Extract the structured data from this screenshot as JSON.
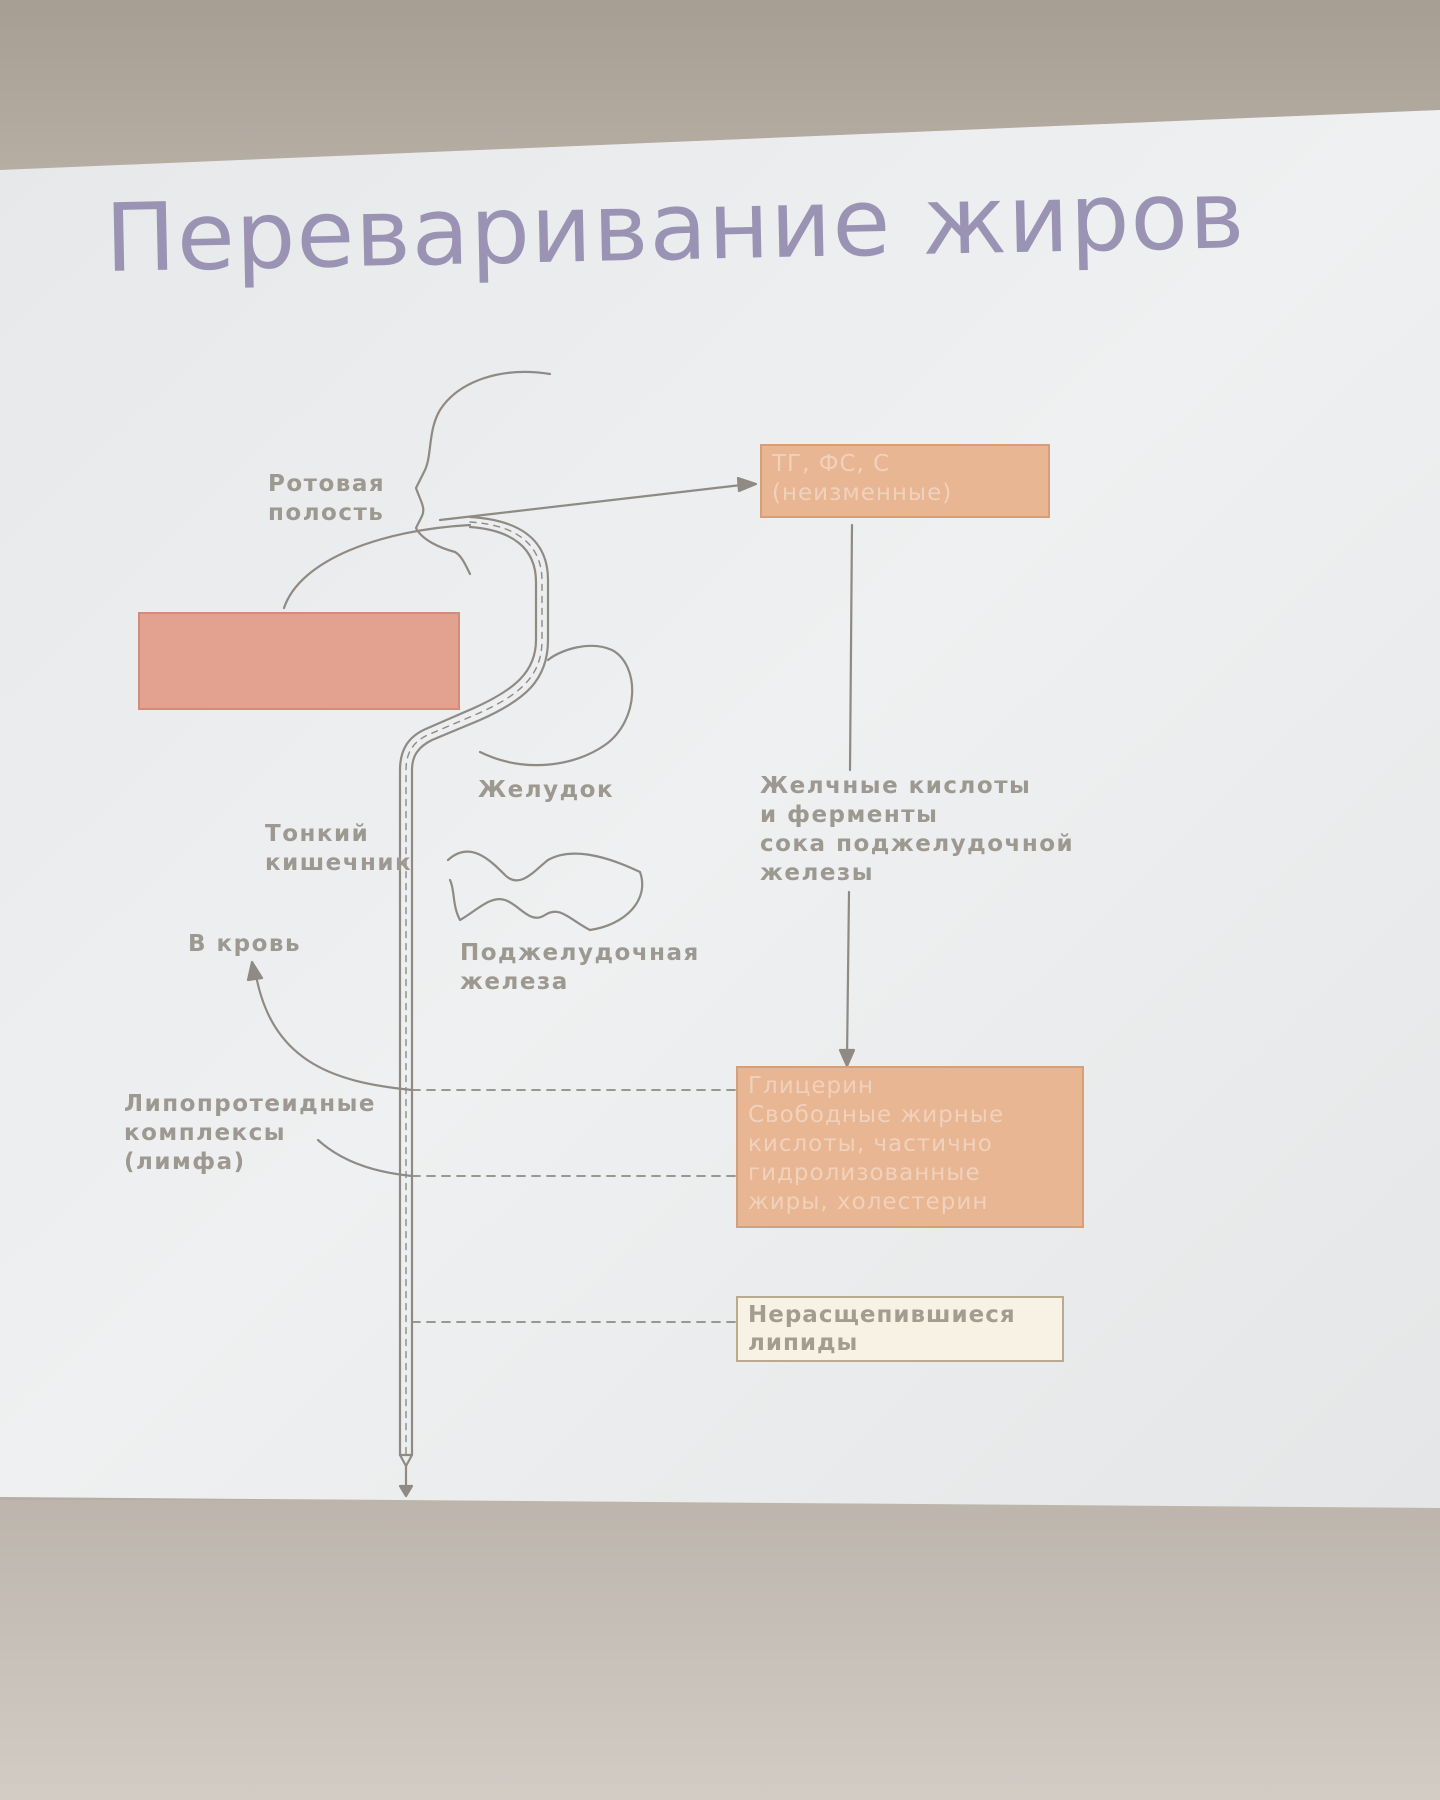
{
  "slide": {
    "title": "Переваривание жиров"
  },
  "diagram": {
    "mouth_label": [
      "Ротовая",
      "полость"
    ],
    "stomach_label": "Желудок",
    "small_intestine_label": [
      "Тонкий",
      "кишечник"
    ],
    "pancreas_label": [
      "Поджелудочная",
      "железа"
    ],
    "to_blood_label": "В кровь",
    "lipoprotein_label": [
      "Липопротеидные",
      "комплексы",
      "(лимфа)"
    ],
    "bile_label": [
      "Желчные кислоты",
      "и ферменты",
      "сока поджелудочной",
      "железы"
    ],
    "box_unchanged": [
      "ТГ, ФС, С",
      "(неизменные)"
    ],
    "box_left": [
      "",
      "",
      ""
    ],
    "box_products": [
      "Глицерин",
      "Свободные жирные",
      "кислоты, частично",
      "гидролизованные",
      "жиры, холестерин"
    ],
    "box_undigested": [
      "Нерасщепившиеся",
      "липиды"
    ]
  },
  "colors": {
    "title": "#9a93b4",
    "box_orange": "#e8b693",
    "box_salmon": "#e3a190",
    "box_cream": "#f7f2e4",
    "line": "#8f8a84"
  }
}
